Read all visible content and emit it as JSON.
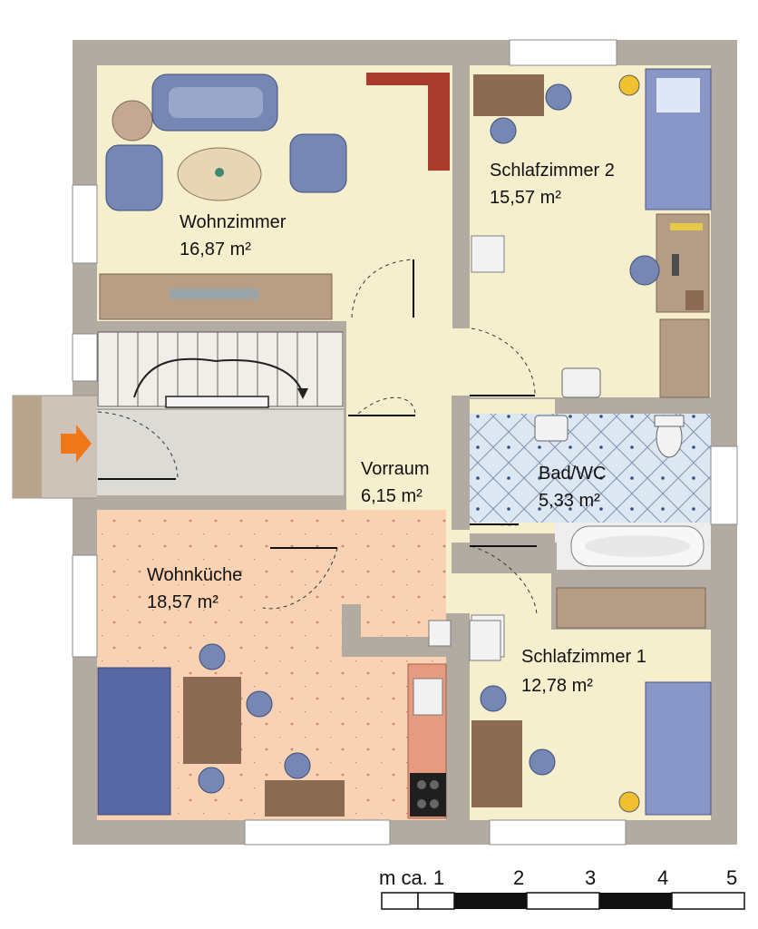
{
  "rooms": [
    {
      "name": "Wohnzimmer",
      "area": "16,87 m²"
    },
    {
      "name": "Schlafzimmer 2",
      "area": "15,57 m²"
    },
    {
      "name": "Vorraum",
      "area": "6,15 m²"
    },
    {
      "name": "Bad/WC",
      "area": "5,33 m²"
    },
    {
      "name": "Wohnküche",
      "area": "18,57 m²"
    },
    {
      "name": "Schlafzimmer 1",
      "area": "12,78 m²"
    }
  ],
  "scale": {
    "prefix": "m ca. 1",
    "labels": [
      "2",
      "3",
      "4",
      "5"
    ]
  },
  "colors": {
    "wall": "#b2aba2",
    "living_floor": "#f6efcd",
    "kitchen_floor": "#f8d2b2",
    "bath_floor": "#d9e5ef",
    "entry_arrow": "#f07818",
    "furniture_blue": "#7787b3",
    "furniture_wood": "#8a6a52"
  },
  "icons": [
    "entry-arrow-icon",
    "stair-direction-arrow-icon",
    "lamp-icon",
    "sink-icon",
    "toilet-icon",
    "bathtub-icon"
  ]
}
